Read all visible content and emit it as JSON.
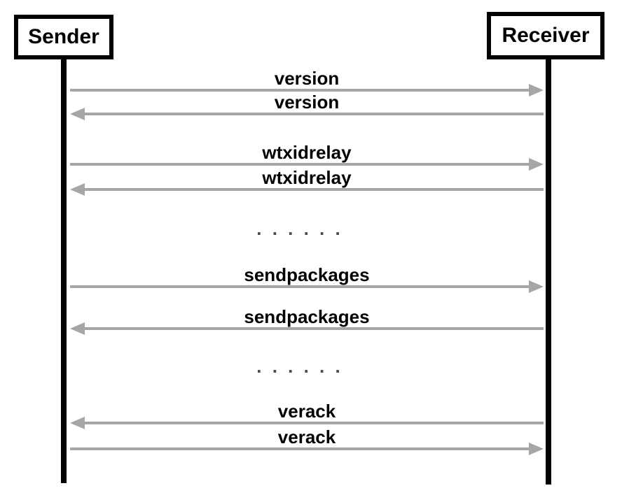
{
  "diagram": {
    "type": "sequence-diagram",
    "background_color": "#ffffff",
    "colors": {
      "actor_border": "#000000",
      "lifeline": "#000000",
      "arrow": "#a6a6a6",
      "label_text": "#000000",
      "ellipsis_dots": "#4a4a4a"
    },
    "actors": [
      {
        "id": "sender",
        "label": "Sender"
      },
      {
        "id": "receiver",
        "label": "Receiver"
      }
    ],
    "ellipsis": ". . . . . .",
    "messages": [
      {
        "label": "version",
        "from": "Sender",
        "to": "Receiver",
        "direction": "right"
      },
      {
        "label": "version",
        "from": "Receiver",
        "to": "Sender",
        "direction": "left"
      },
      {
        "label": "wtxidrelay",
        "from": "Sender",
        "to": "Receiver",
        "direction": "right"
      },
      {
        "label": "wtxidrelay",
        "from": "Receiver",
        "to": "Sender",
        "direction": "left"
      },
      {
        "label": ". . . . . .",
        "type": "ellipsis"
      },
      {
        "label": "sendpackages",
        "from": "Sender",
        "to": "Receiver",
        "direction": "right"
      },
      {
        "label": "sendpackages",
        "from": "Receiver",
        "to": "Sender",
        "direction": "left"
      },
      {
        "label": ". . . . . .",
        "type": "ellipsis"
      },
      {
        "label": "verack",
        "from": "Receiver",
        "to": "Sender",
        "direction": "left"
      },
      {
        "label": "verack",
        "from": "Sender",
        "to": "Receiver",
        "direction": "right"
      }
    ]
  }
}
